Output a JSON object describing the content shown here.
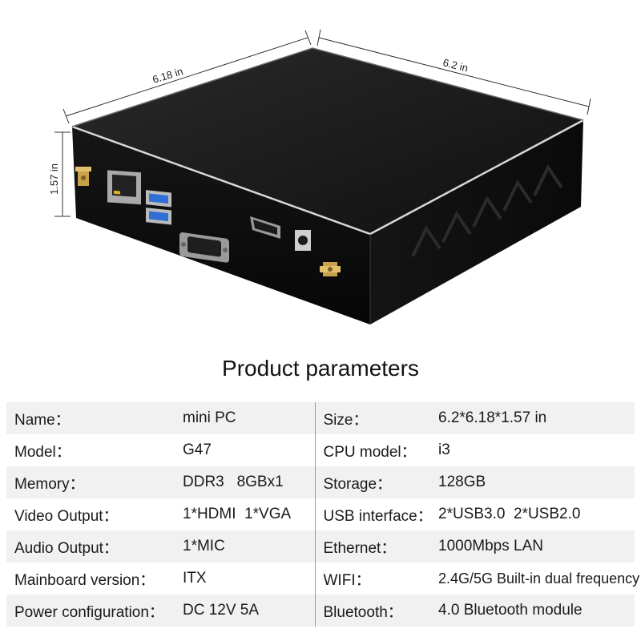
{
  "dimensions": {
    "width_label": "6.18 in",
    "depth_label": "6.2 in",
    "height_label": "1.57 in"
  },
  "title": "Product parameters",
  "rows": [
    {
      "left_label": "Name：",
      "left_value": "mini PC",
      "right_label": "Size：",
      "right_value": "6.2*6.18*1.57 in"
    },
    {
      "left_label": "Model：",
      "left_value": "G47",
      "right_label": "CPU model：",
      "right_value": "i3"
    },
    {
      "left_label": "Memory：",
      "left_value": "DDR3   8GBx1",
      "right_label": "Storage：",
      "right_value": "128GB"
    },
    {
      "left_label": "Video Output：",
      "left_value": "1*HDMI  1*VGA",
      "right_label": "USB interface：",
      "right_value": "2*USB3.0  2*USB2.0"
    },
    {
      "left_label": "Audio Output：",
      "left_value": "1*MIC",
      "right_label": "Ethernet：",
      "right_value": "1000Mbps LAN"
    },
    {
      "left_label": "Mainboard version：",
      "left_value": "ITX",
      "right_label": "WIFI：",
      "right_value": "2.4G/5G Built-in dual frequency"
    },
    {
      "left_label": "Power configuration：",
      "left_value": "DC 12V 5A",
      "right_label": "Bluetooth：",
      "right_value": "4.0 Bluetooth module"
    }
  ],
  "colors": {
    "case_top": "#1c1c1c",
    "case_front": "#0d0d0d",
    "edge_highlight": "#cfcfcf",
    "row_shade": "#f1f1f1",
    "usb_blue": "#2f6fd6",
    "antenna_gold": "#c8a24a"
  }
}
